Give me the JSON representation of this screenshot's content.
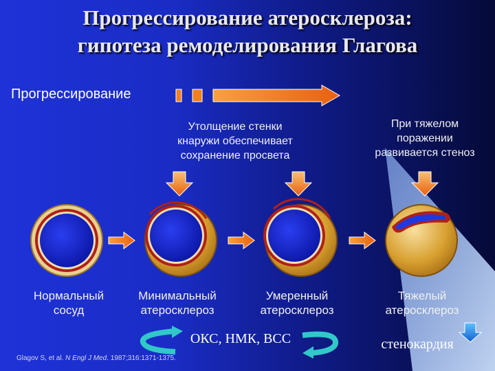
{
  "title": {
    "line1": "Прогрессирование атеросклероза:",
    "line2": "гипотеза ремоделирования Глагова"
  },
  "progress_label": "Прогрессирование",
  "notes": {
    "wall_thickening": [
      "Утолщение стенки",
      "кнаружи обеспечивает",
      "сохранение просвета"
    ],
    "severe_lesion": [
      "При тяжелом",
      "поражении",
      "развивается стеноз"
    ]
  },
  "stages": [
    {
      "line1": "Нормальный",
      "line2": "сосуд"
    },
    {
      "line1": "Минимальный",
      "line2": "атеросклероз"
    },
    {
      "line1": "Умеренный",
      "line2": "атеросклероз"
    },
    {
      "line1": "Тяжелый",
      "line2": "атеросклероз"
    }
  ],
  "outcomes": {
    "acute": "ОКС, НМК, ВСС",
    "stable": "стенокардия"
  },
  "citation": {
    "authors": "Glagov S, et al. ",
    "journal": "N Engl J Med",
    "details": ". 1987;316:1371-1375."
  },
  "colors": {
    "background": "#1e32d8",
    "arrow_orange": "#f07818",
    "plaque": "#c8901c",
    "vessel_ring": "#b02018",
    "cycle_arrow": "#30c8c8",
    "down_arrow": "#2090e0"
  },
  "icons": [
    "orange-block-arrow",
    "down-arrow",
    "cycle-arrow",
    "blue-down-arrow",
    "light-ray"
  ]
}
